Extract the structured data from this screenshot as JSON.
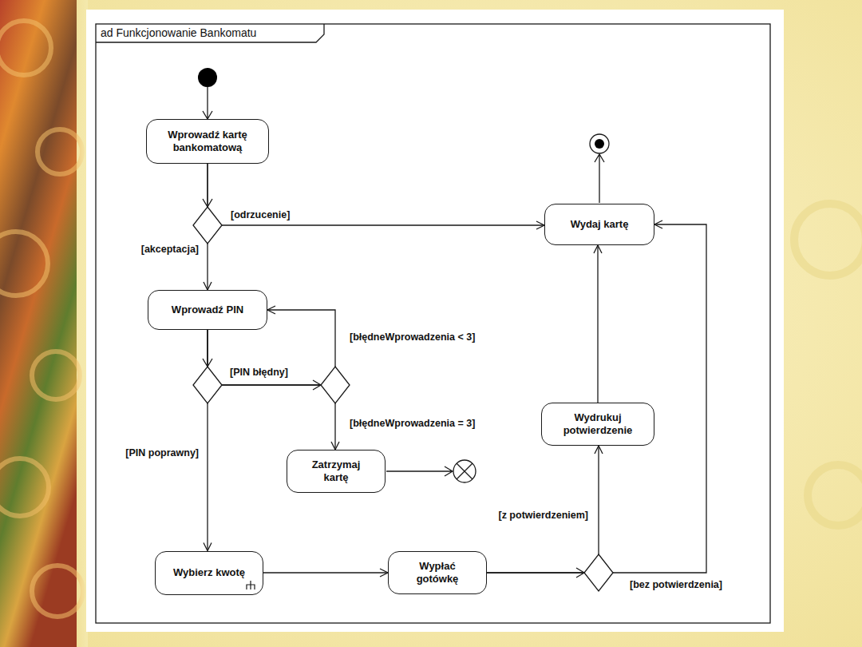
{
  "diagram": {
    "title": "ad Funkcjonowanie Bankomatu",
    "nodes": [
      {
        "text": [
          "Wprowadź kartę bankomatową"
        ]
      },
      {
        "text": [
          "Wydaj kartę"
        ]
      },
      {
        "text": [
          "Wprowadź PIN"
        ]
      },
      {
        "text": [
          "Zatrzymaj kartę"
        ]
      },
      {
        "text": [
          "Wydrukuj potwierdzenie"
        ]
      },
      {
        "text": [
          "Wybierz kwotę"
        ]
      },
      {
        "text": [
          "Wypłać gotówkę"
        ]
      }
    ],
    "edges": [
      {
        "from": 0,
        "to": 1,
        "label": "[odrzucenie]",
        "arrow": "to"
      },
      {
        "from": 0,
        "to": 2,
        "label": "[akceptacja]",
        "arrow": "to"
      },
      {
        "from": 2,
        "to": 2,
        "label": "[błędneWprowadzenia < 3]",
        "arrow": "to"
      },
      {
        "from": 2,
        "to": 3,
        "label": "[błędneWprowadzenia = 3]",
        "arrow": "to"
      },
      {
        "from": 2,
        "to": 5,
        "label": "[PIN poprawny]",
        "arrow": "to"
      },
      {
        "from": 5,
        "to": 6,
        "arrow": "to"
      },
      {
        "from": 6,
        "to": 4,
        "label": "[z potwierdzeniem]",
        "arrow": "to"
      },
      {
        "from": 6,
        "to": 1,
        "label": "[bez potwierdzenia]",
        "arrow": "to"
      },
      {
        "from": 4,
        "to": 1,
        "arrow": "to"
      }
    ],
    "labels": [
      "[PIN błędny]"
    ]
  }
}
